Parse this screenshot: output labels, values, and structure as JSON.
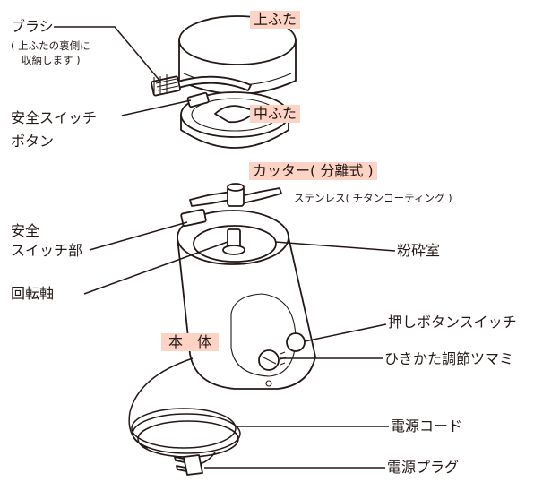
{
  "labels": {
    "brush": "ブラシ",
    "brush_note_1": "( 上ふたの裏側に",
    "brush_note_2": "収納します )",
    "top_lid": "上ふた",
    "safety_button_1": "安全スイッチ",
    "safety_button_2": "ボタン",
    "middle_lid": "中ふた",
    "cutter": "カッター( 分離式 )",
    "cutter_material": "ステンレス( チタンコーティング )",
    "safety_switch_1": "安全",
    "safety_switch_2": "スイッチ部",
    "grinding_chamber": "粉砕室",
    "rotating_shaft": "回転軸",
    "push_button": "押しボタンスイッチ",
    "main_body": "本　体",
    "grind_knob": "ひきかた調節ツマミ",
    "power_cord": "電源コード",
    "power_plug": "電源プラグ"
  },
  "colors": {
    "highlight": "#fcd3c4",
    "line": "#231815",
    "background": "#ffffff"
  }
}
